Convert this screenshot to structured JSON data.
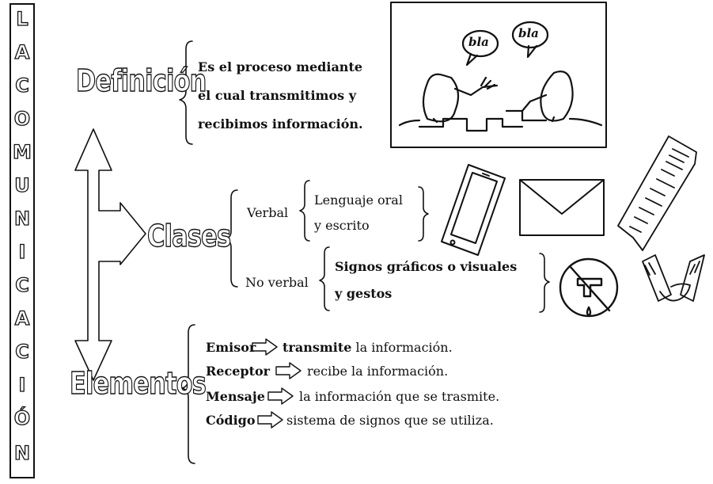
{
  "title_letters": [
    "L",
    "A",
    "C",
    "O",
    "M",
    "U",
    "N",
    "I",
    "C",
    "A",
    "C",
    "I",
    "Ó",
    "N"
  ],
  "definicion": {
    "heading": "Definición",
    "lines": [
      "Es el proceso mediante",
      "el cual transmitimos y",
      "recibimos información."
    ]
  },
  "illustration": {
    "bubble_left": "bla",
    "bubble_right": "bla"
  },
  "clases": {
    "heading": "Clases",
    "verbal": {
      "label": "Verbal",
      "lines": [
        "Lenguaje oral",
        "y escrito"
      ]
    },
    "no_verbal": {
      "label": "No verbal",
      "lines": [
        "Signos gráficos o visuales",
        "y gestos"
      ]
    }
  },
  "elementos": {
    "heading": "Elementos",
    "items": [
      {
        "term": "Emisor",
        "desc_bold": "transmite",
        "desc": " la información."
      },
      {
        "term": "Receptor",
        "desc_bold": "",
        "desc": "recibe la información."
      },
      {
        "term": "Mensaje",
        "desc_bold": "",
        "desc": "la información que se trasmite."
      },
      {
        "term": "Código",
        "desc_bold": "",
        "desc": "sistema de signos que se utiliza."
      }
    ]
  },
  "icons": [
    "smartphone-icon",
    "envelope-icon",
    "newspaper-icon",
    "no-water-sign-icon",
    "handshake-icon"
  ]
}
